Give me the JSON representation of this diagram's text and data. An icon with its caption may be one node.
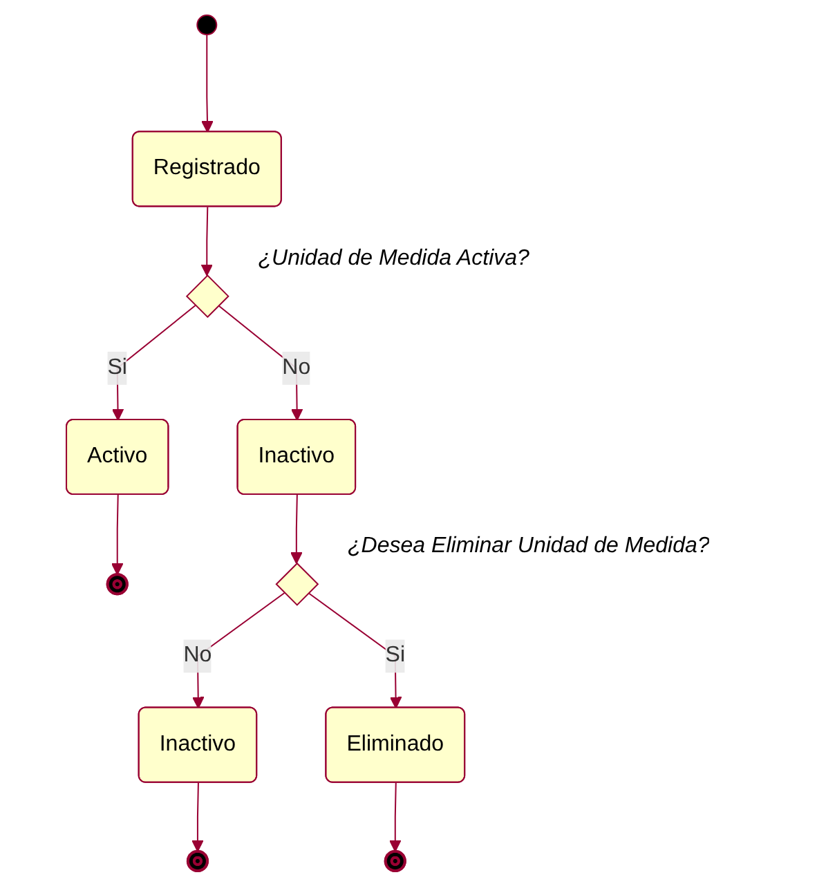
{
  "diagram": {
    "nodes": [
      {
        "text": [],
        "shape": "circle"
      },
      {
        "text": [
          "Registrado"
        ]
      },
      {
        "text": [],
        "shape": "diamond",
        "beside": [
          "¿Unidad de Medida Activa?"
        ]
      },
      {
        "text": [
          "Activo"
        ]
      },
      {
        "text": [
          "Inactivo"
        ]
      },
      {
        "text": [],
        "shape": "bullseye"
      },
      {
        "text": [],
        "shape": "diamond",
        "beside": [
          "¿Desea Eliminar Unidad de Medida?"
        ]
      },
      {
        "text": [
          "Inactivo"
        ]
      },
      {
        "text": [
          "Eliminado"
        ]
      },
      {
        "text": [],
        "shape": "bullseye"
      },
      {
        "text": [],
        "shape": "bullseye"
      }
    ],
    "edges": [
      {
        "from": 0,
        "to": 1,
        "arrow": "to"
      },
      {
        "from": 1,
        "to": 2,
        "arrow": "to"
      },
      {
        "from": 2,
        "to": 3,
        "arrow": "to",
        "label": "Si"
      },
      {
        "from": 2,
        "to": 4,
        "arrow": "to",
        "label": "No"
      },
      {
        "from": 3,
        "to": 5,
        "arrow": "to"
      },
      {
        "from": 4,
        "to": 6,
        "arrow": "to"
      },
      {
        "from": 6,
        "to": 7,
        "arrow": "to",
        "label": "No"
      },
      {
        "from": 6,
        "to": 8,
        "arrow": "to",
        "label": "Si"
      },
      {
        "from": 7,
        "to": 9,
        "arrow": "to"
      },
      {
        "from": 8,
        "to": 10,
        "arrow": "to"
      }
    ]
  }
}
